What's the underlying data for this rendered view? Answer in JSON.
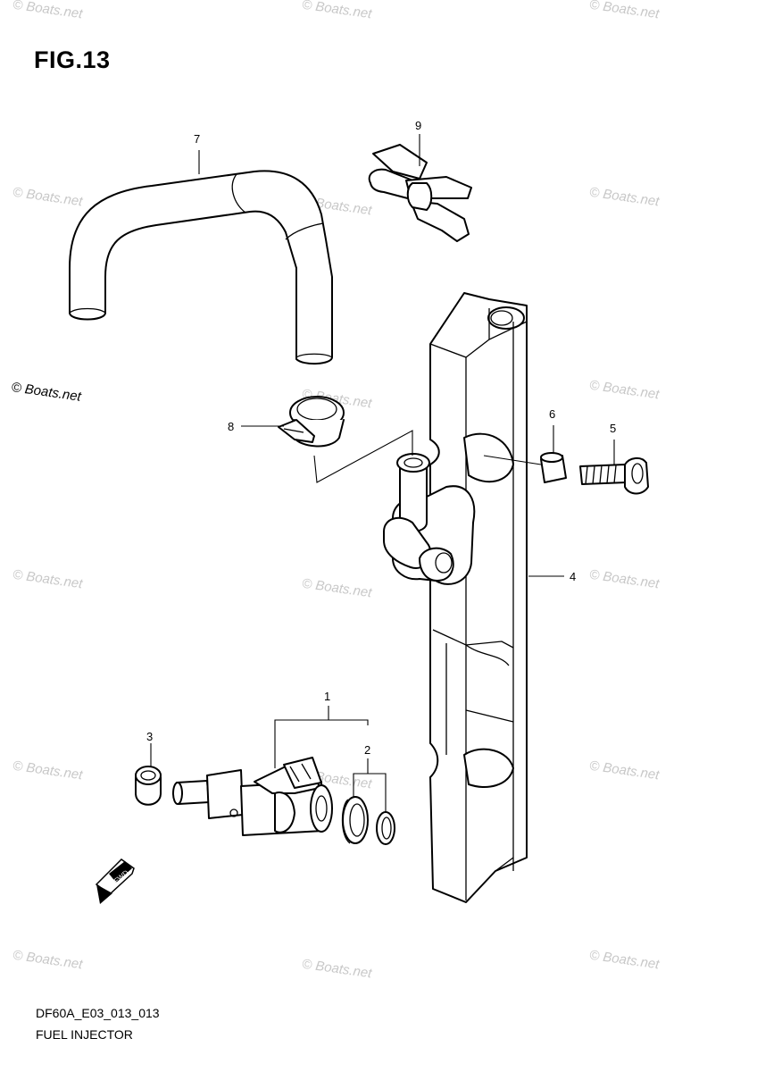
{
  "header": {
    "figure": "FIG.13"
  },
  "footer": {
    "code": "DF60A_E03_013_013",
    "title": "FUEL INJECTOR"
  },
  "watermark": {
    "text": "© Boats.net",
    "main_text": "© Boats.net",
    "color": "#c8c8c8"
  },
  "callouts": {
    "c1": "1",
    "c2": "2",
    "c3": "3",
    "c4": "4",
    "c5": "5",
    "c6": "6",
    "c7": "7",
    "c8": "8",
    "c9": "9"
  },
  "fwd_label": "FWD",
  "icons": {
    "fwd": "fwd-arrow-icon"
  }
}
